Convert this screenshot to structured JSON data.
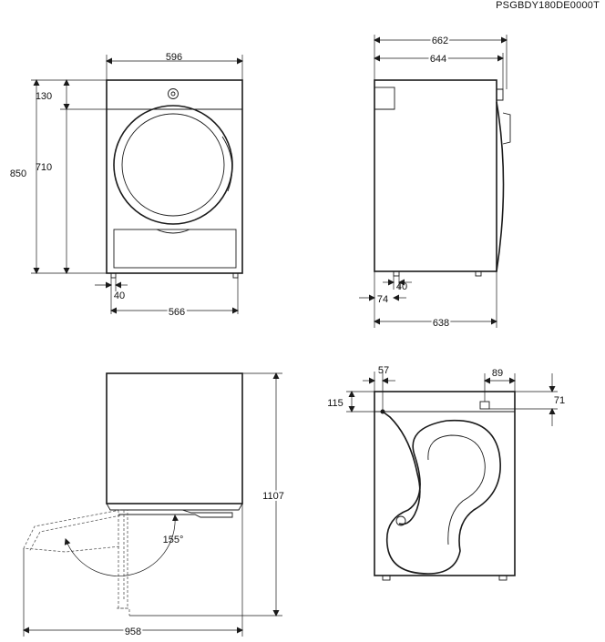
{
  "document_code": "PSGBDY180DE0000T",
  "front_view": {
    "width_total": "596",
    "top_panel_height": "130",
    "height_total": "850",
    "body_height": "710",
    "foot_offset": "40",
    "foot_span": "566"
  },
  "side_view": {
    "depth_total": "662",
    "depth_body": "644",
    "foot_offset": "40",
    "rear_foot_offset": "74",
    "depth_base": "638"
  },
  "door_open_view": {
    "height_with_door": "1107",
    "door_angle": "155°",
    "width_with_door": "958"
  },
  "rear_view": {
    "hose_offset_x": "57",
    "hose_offset_y": "115",
    "outlet_offset_x": "89",
    "outlet_offset_y": "71"
  }
}
